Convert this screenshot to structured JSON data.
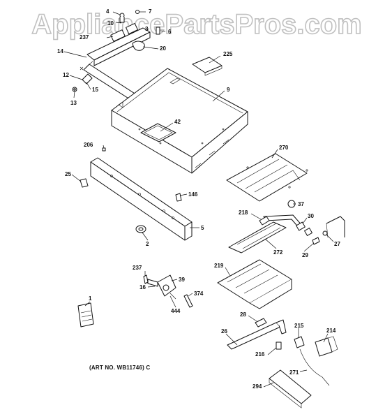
{
  "watermark": "AppliancePartsPros.com",
  "colors": {
    "watermark": "#c8c8c8",
    "lines": "#111111",
    "background": "#ffffff"
  },
  "art_number": "(ART NO. WB11746) C",
  "callouts": {
    "p4": "4",
    "p7": "7",
    "p10": "10",
    "p3": "3",
    "p6": "6",
    "p237a": "237",
    "p20": "20",
    "p225": "225",
    "p14": "14",
    "p12": "12",
    "p15": "15",
    "p13": "13",
    "p9": "9",
    "p42": "42",
    "p206": "206",
    "p270": "270",
    "p25": "25",
    "p146": "146",
    "p37": "37",
    "p218": "218",
    "p30": "30",
    "p5": "5",
    "p2": "2",
    "p272": "272",
    "p29": "29",
    "p27": "27",
    "p219": "219",
    "p237b": "237",
    "p39": "39",
    "p16": "16",
    "p374": "374",
    "p444": "444",
    "p1": "1",
    "p28": "28",
    "p26": "26",
    "p215": "215",
    "p214": "214",
    "p216": "216",
    "p271": "271",
    "p294": "294"
  }
}
